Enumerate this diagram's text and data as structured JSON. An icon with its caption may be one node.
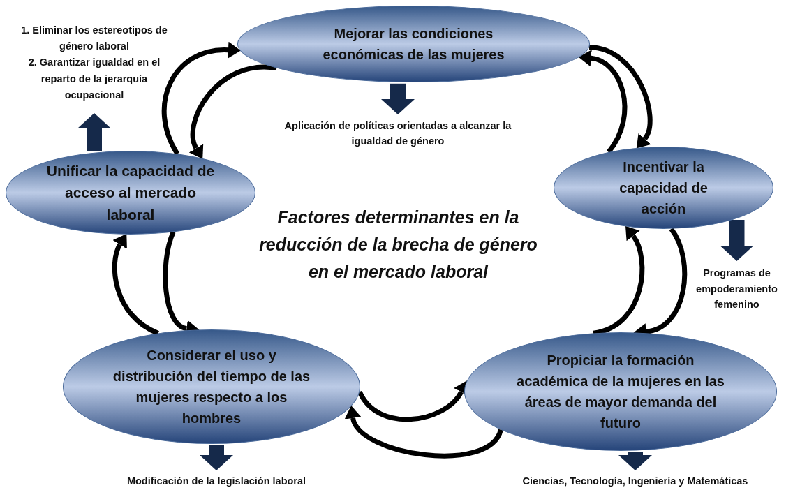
{
  "diagram": {
    "title": "Factores determinantes en la reducción de la brecha de género en el mercado laboral",
    "nodes": [
      {
        "text": [
          "Mejorar las condiciones económicas de las mujeres"
        ]
      },
      {
        "text": [
          "Incentivar la capacidad de acción"
        ]
      },
      {
        "text": [
          "Propiciar la formación académica de la mujeres en las áreas de mayor demanda del futuro"
        ]
      },
      {
        "text": [
          "Considerar  el uso y distribución del tiempo de las mujeres respecto a los hombres"
        ]
      },
      {
        "text": [
          "Unificar la capacidad de acceso al mercado laboral"
        ]
      },
      {
        "text": [
          "1. Eliminar los estereotipos de género laboral",
          "2. Garantizar igualdad en el reparto de la jerarquía ocupacional"
        ]
      },
      {
        "text": [
          "Aplicación de políticas orientadas a alcanzar la igualdad de género"
        ]
      },
      {
        "text": [
          "Programas de empoderamiento femenino"
        ]
      },
      {
        "text": [
          "Ciencias, Tecnología, Ingeniería y Matemáticas"
        ]
      },
      {
        "text": [
          "Modificación de la legislación laboral"
        ]
      }
    ],
    "edges": [
      {
        "from": 4,
        "to": 0,
        "arrow": "to"
      },
      {
        "from": 0,
        "to": 4,
        "arrow": "to"
      },
      {
        "from": 1,
        "to": 0,
        "arrow": "to"
      },
      {
        "from": 0,
        "to": 1,
        "arrow": "to"
      },
      {
        "from": 2,
        "to": 1,
        "arrow": "to"
      },
      {
        "from": 1,
        "to": 2,
        "arrow": "to"
      },
      {
        "from": 3,
        "to": 2,
        "arrow": "to"
      },
      {
        "from": 2,
        "to": 3,
        "arrow": "to"
      },
      {
        "from": 3,
        "to": 4,
        "arrow": "to"
      },
      {
        "from": 4,
        "to": 3,
        "arrow": "to"
      },
      {
        "from": 0,
        "to": 6,
        "arrow": "to",
        "style": "thick",
        "color": "#15294a"
      },
      {
        "from": 4,
        "to": 5,
        "arrow": "to",
        "style": "thick",
        "color": "#15294a"
      },
      {
        "from": 1,
        "to": 7,
        "arrow": "to",
        "style": "thick",
        "color": "#15294a"
      },
      {
        "from": 2,
        "to": 8,
        "arrow": "to",
        "style": "thick",
        "color": "#15294a"
      },
      {
        "from": 3,
        "to": 9,
        "arrow": "to",
        "style": "thick",
        "color": "#15294a"
      }
    ]
  }
}
